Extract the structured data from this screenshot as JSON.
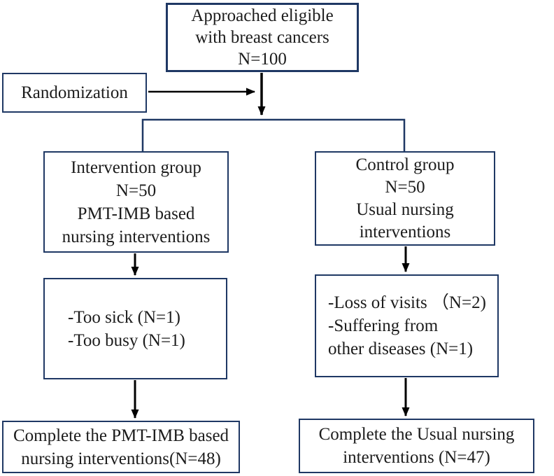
{
  "colors": {
    "box_border": "#1f3864",
    "arrow": "#000000",
    "text": "#1c1c1c",
    "background": "#ffffff"
  },
  "boxes": {
    "approached": {
      "lines": [
        "Approached eligible",
        "with breast cancers",
        "N=100"
      ]
    },
    "randomization": {
      "label": "Randomization"
    },
    "intervention": {
      "lines": [
        "Intervention group",
        "N=50",
        "PMT-IMB based",
        "nursing interventions"
      ]
    },
    "control": {
      "lines": [
        "Control group",
        "N=50",
        "Usual nursing",
        "interventions"
      ]
    },
    "intervention_dropout": {
      "lines": [
        "-Too sick (N=1)",
        "-Too busy (N=1)"
      ]
    },
    "control_dropout": {
      "lines": [
        "-Loss of visits （N=2)",
        "-Suffering from",
        "other diseases (N=1)"
      ]
    },
    "intervention_complete": {
      "lines": [
        "Complete the PMT-IMB based",
        "nursing interventions(N=48)"
      ]
    },
    "control_complete": {
      "lines": [
        "Complete the Usual nursing",
        "interventions (N=47)"
      ]
    }
  }
}
